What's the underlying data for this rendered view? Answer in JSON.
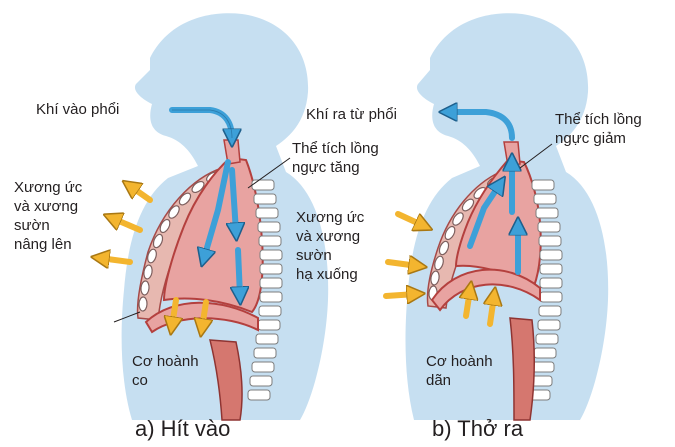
{
  "panel_a": {
    "caption": "a) Hít vào",
    "air_label": "Khí vào phổi",
    "volume_label": "Thể tích lồng\nngực tăng",
    "ribs_label": "Xương ức\nvà xương\nsườn\nnâng lên",
    "diaphragm_label": "Cơ hoành\nco"
  },
  "panel_b": {
    "caption": "b) Thở ra",
    "air_label": "Khí ra từ phổi",
    "volume_label": "Thể tích lồng\nngực giảm",
    "ribs_label": "Xương ức\nvà xương\nsườn\nhạ xuống",
    "diaphragm_label": "Cơ hoành\ndãn"
  },
  "colors": {
    "body": "#c6dff1",
    "lung": "#e8a3a1",
    "lung_outline": "#b4403e",
    "flow_arrow": "#3da0d8",
    "movement_arrow": "#f3b52f",
    "rib": "#ffffff"
  },
  "icons": [
    "flow-arrow-icon",
    "movement-arrow-icon"
  ]
}
